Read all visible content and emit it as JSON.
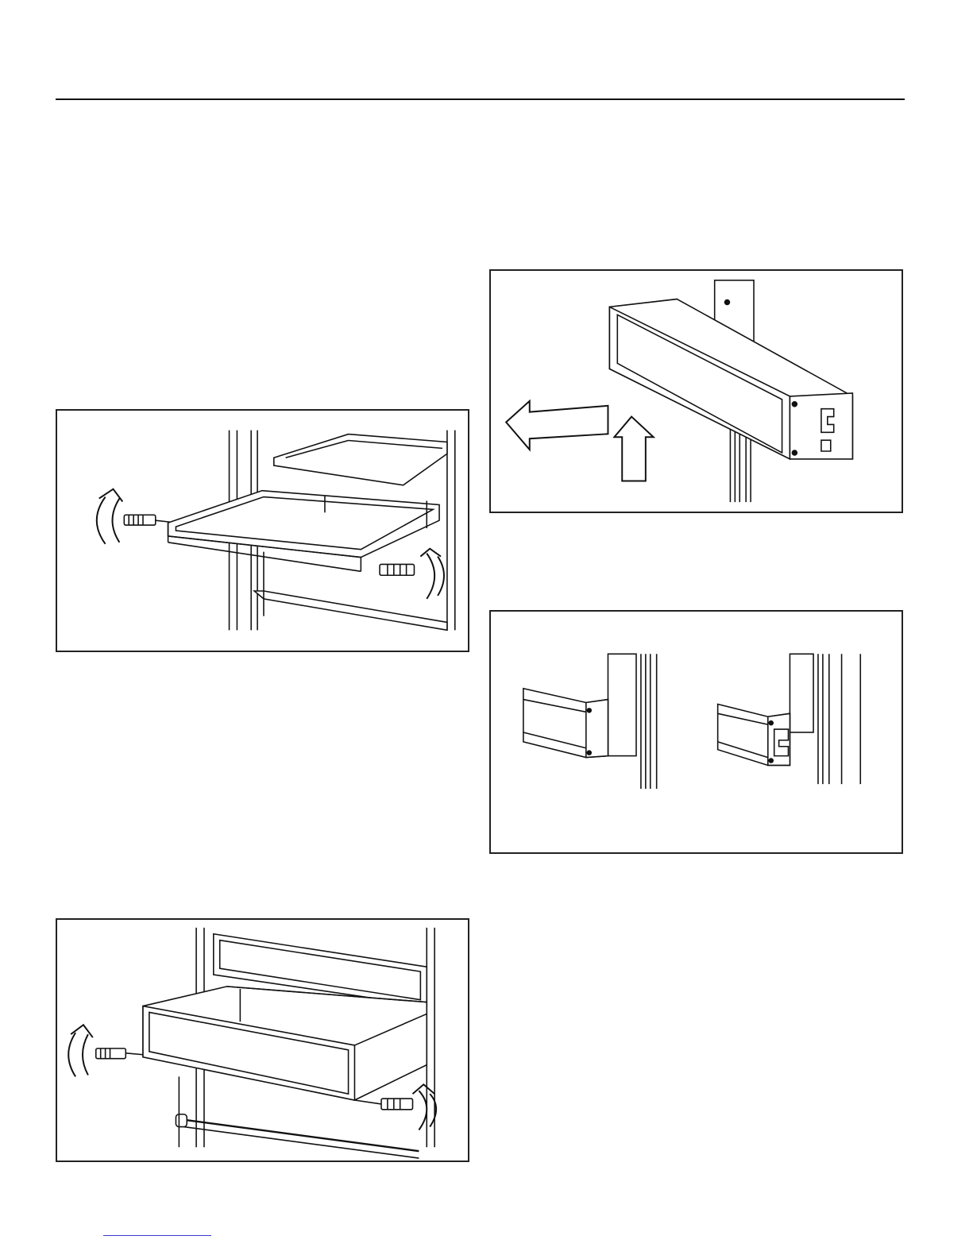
{
  "page": {
    "header_rule": "header-rule",
    "figures": [
      {
        "id": "fig1",
        "subject": "shelf-removal"
      },
      {
        "id": "fig2",
        "subject": "drawer-removal"
      },
      {
        "id": "fig3",
        "subject": "bracket-lift-out"
      },
      {
        "id": "fig4",
        "subject": "bracket-engagement"
      }
    ],
    "colors": {
      "line": "#111111",
      "fill": "#ffffff",
      "shade": "#eeeeee",
      "link": "#3a3ad0"
    }
  }
}
